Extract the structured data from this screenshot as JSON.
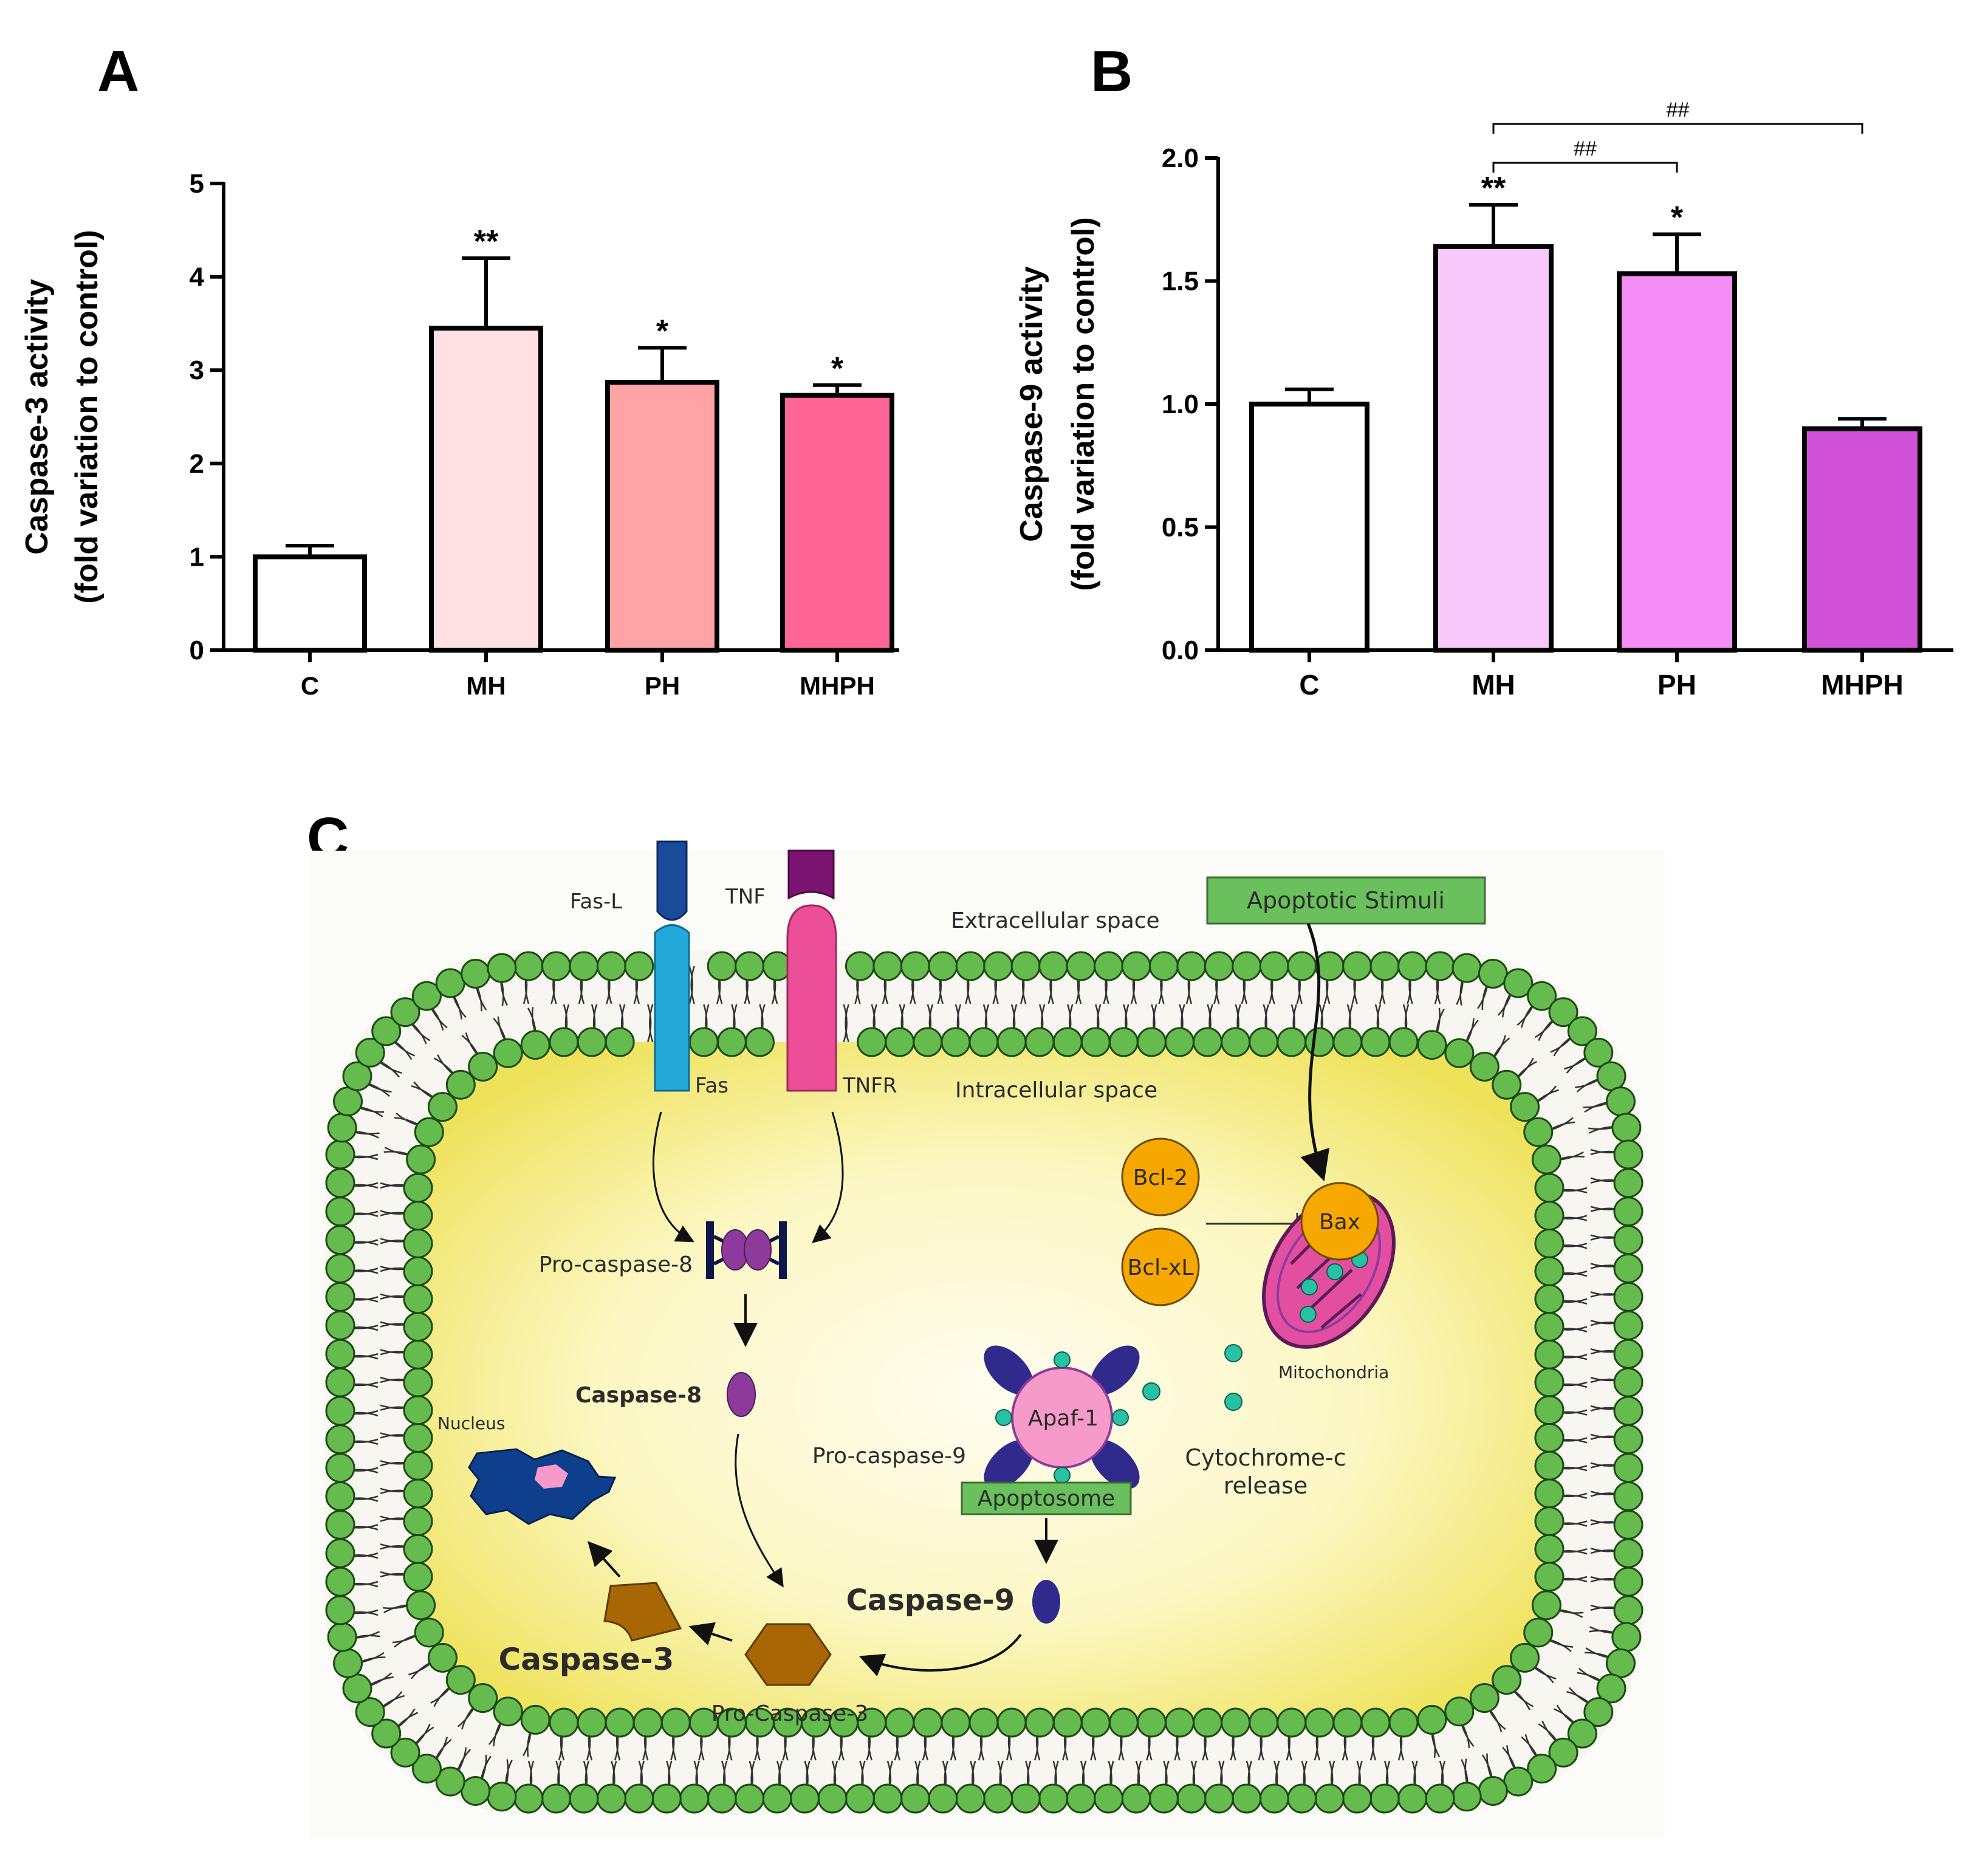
{
  "panels": {
    "a": "A",
    "b": "B",
    "c": "C"
  },
  "chart_data": [
    {
      "type": "bar",
      "categories": [
        "C",
        "MH",
        "PH",
        "MHPH"
      ],
      "values": [
        1.0,
        3.45,
        2.87,
        2.73
      ],
      "errors": [
        0.12,
        0.75,
        0.37,
        0.11
      ],
      "significance": [
        "",
        "**",
        "*",
        "*"
      ],
      "colors": [
        "#ffffff",
        "#ffe1e4",
        "#ffa3a6",
        "#ff6697"
      ],
      "ylabel_line1": "Caspase-3 activity",
      "ylabel_line2": "(fold variation to control)",
      "ylim": [
        0,
        5
      ],
      "yticks": [
        "0",
        "1",
        "2",
        "3",
        "4",
        "5"
      ]
    },
    {
      "type": "bar",
      "categories": [
        "C",
        "MH",
        "PH",
        "MHPH"
      ],
      "values": [
        1.0,
        1.64,
        1.53,
        0.9
      ],
      "errors": [
        0.06,
        0.17,
        0.16,
        0.04
      ],
      "significance": [
        "",
        "**",
        "*",
        ""
      ],
      "colors": [
        "#ffffff",
        "#f7c8f9",
        "#f48df6",
        "#d150d8"
      ],
      "ylabel_line1": "Caspase-9 activity",
      "ylabel_line2": "(fold variation to control)",
      "ylim": [
        0,
        2.0
      ],
      "yticks": [
        "0.0",
        "0.5",
        "1.0",
        "1.5",
        "2.0"
      ],
      "brackets": [
        {
          "from": "MH",
          "to": "PH",
          "label": "##"
        },
        {
          "from": "MH",
          "to": "MHPH",
          "label": "##"
        }
      ]
    }
  ],
  "diagram": {
    "fas_l": "Fas-L",
    "tnf": "TNF",
    "fas": "Fas",
    "tnfr": "TNFR",
    "extracellular": "Extracellular space",
    "intracellular": "Intracellular space",
    "apoptotic_stimuli": "Apoptotic Stimuli",
    "bcl2": "Bcl-2",
    "bclxl": "Bcl-xL",
    "bax": "Bax",
    "mitochondria": "Mitochondria",
    "pro_caspase_8": "Pro-caspase-8",
    "caspase_8": "Caspase-8",
    "apaf1": "Apaf-1",
    "pro_caspase_9": "Pro-caspase-9",
    "apoptosome": "Apoptosome",
    "cytochrome_line1": "Cytochrome-c",
    "cytochrome_line2": "release",
    "nucleus": "Nucleus",
    "caspase_9": "Caspase-9",
    "caspase_3": "Caspase-3",
    "pro_caspase_3": "Pro-Caspase-3",
    "colors": {
      "membrane_bead": "#66bb4f",
      "cytoplasm_center": "#fffcec",
      "cytoplasm_edge": "#f5ec6b",
      "fas_l": "#1a4a99",
      "fas": "#22a9d9",
      "tnf": "#7b1470",
      "tnfr": "#ec4f98",
      "bcl": "#f7a800",
      "mito": "#e34fa0",
      "purple": "#8e3a9c",
      "navy": "#2f2a8c",
      "teal": "#27c2a3",
      "apaf": "#f59ac9",
      "nucleus": "#0e3f8c",
      "brown": "#a86605",
      "green_box": "#6ac05c"
    }
  }
}
